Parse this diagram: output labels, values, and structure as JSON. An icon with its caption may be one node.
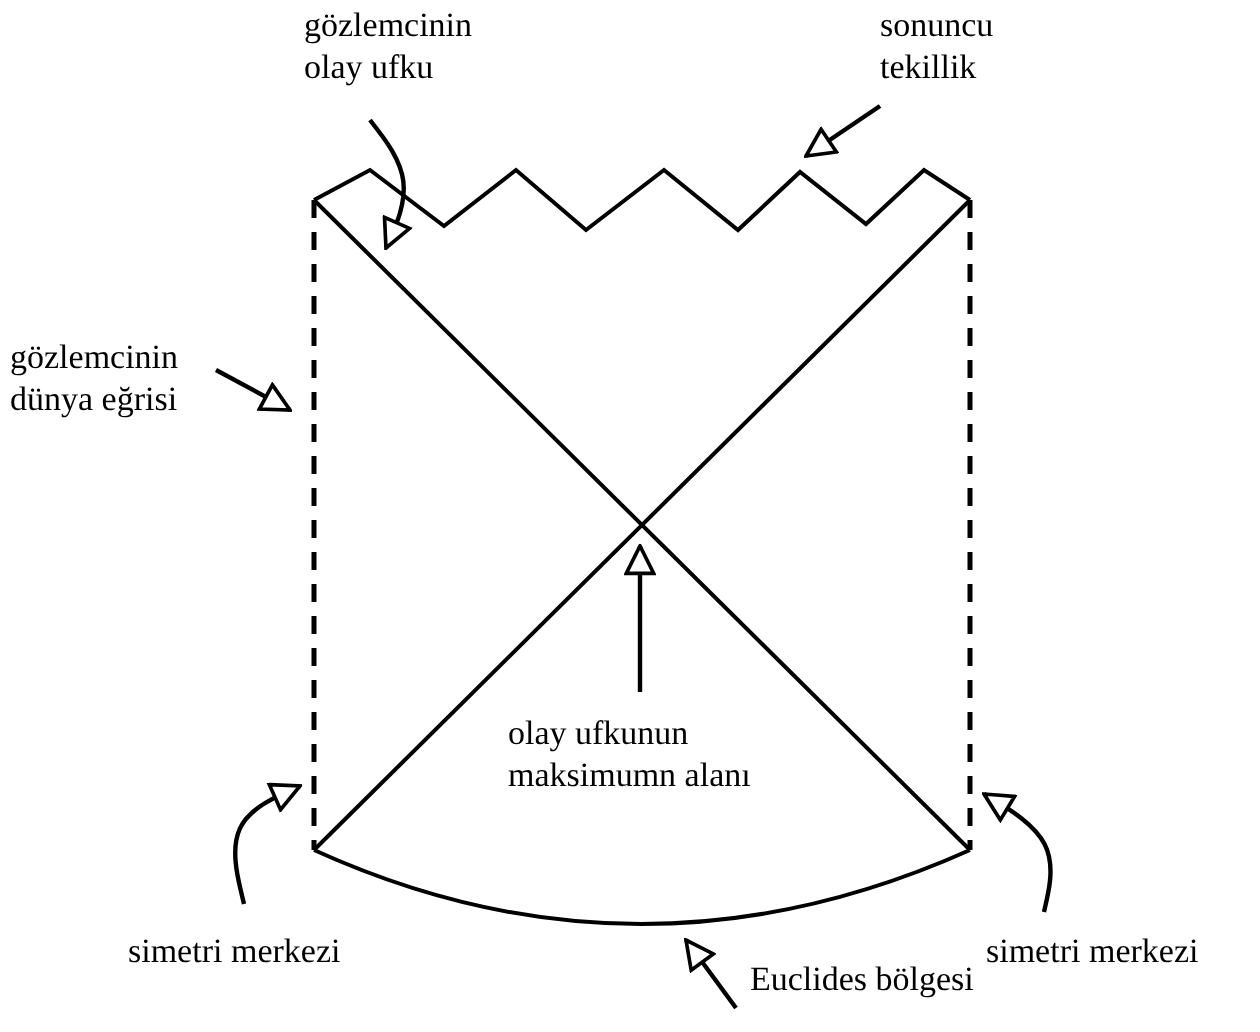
{
  "diagram": {
    "nodes": [
      {
        "text": [
          "gözlemcinin olay ufku"
        ]
      },
      {
        "text": [
          "sonuncu tekillik"
        ]
      },
      {
        "text": [
          "gözlemcinin dünya eğrisi"
        ]
      },
      {
        "text": [
          "olay ufkunun maksimumn alanı"
        ]
      },
      {
        "text": [
          "simetri merkezi"
        ]
      },
      {
        "text": [
          "simetri merkezi"
        ]
      },
      {
        "text": [
          "Euclides bölgesi"
        ]
      }
    ],
    "edges": [
      {
        "from": 0,
        "to": null,
        "arrow": "to"
      },
      {
        "from": 1,
        "to": null,
        "arrow": "to"
      },
      {
        "from": 2,
        "to": null,
        "arrow": "to"
      },
      {
        "from": 3,
        "to": null,
        "arrow": "to"
      },
      {
        "from": 4,
        "to": null,
        "arrow": "to"
      },
      {
        "from": 5,
        "to": null,
        "arrow": "to"
      },
      {
        "from": 6,
        "to": null,
        "arrow": "to"
      }
    ]
  }
}
